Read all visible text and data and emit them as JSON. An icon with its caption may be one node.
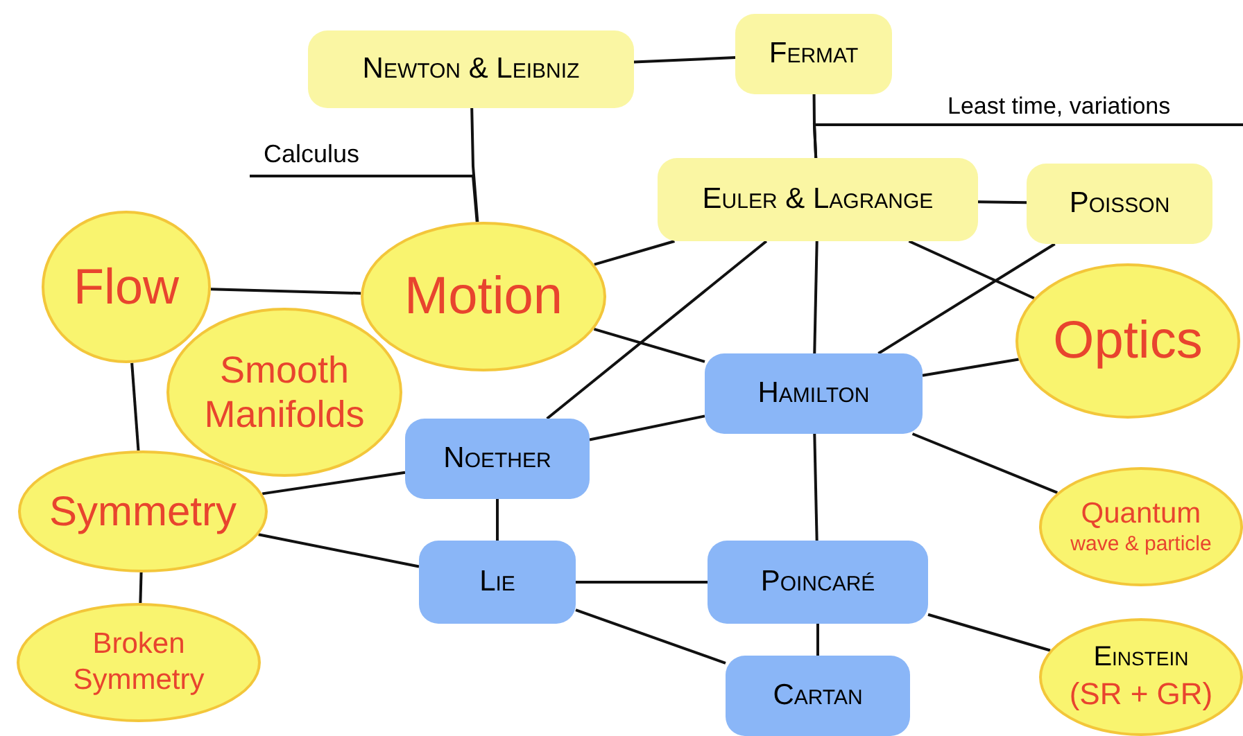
{
  "diagram": {
    "nodes": [
      {
        "text": [
          "Newton & Leibniz"
        ]
      },
      {
        "text": [
          "Fermat"
        ]
      },
      {
        "text": [
          "Flow"
        ]
      },
      {
        "text": [
          "Motion"
        ]
      },
      {
        "text": [
          "Euler & Lagrange"
        ]
      },
      {
        "text": [
          "Poisson"
        ]
      },
      {
        "text": [
          "Smooth Manifolds"
        ]
      },
      {
        "text": [
          "Optics"
        ]
      },
      {
        "text": [
          "Hamilton"
        ]
      },
      {
        "text": [
          "Noether"
        ]
      },
      {
        "text": [
          "Symmetry"
        ]
      },
      {
        "text": [
          "Lie"
        ]
      },
      {
        "text": [
          "Poincaré"
        ]
      },
      {
        "text": [
          "Quantum",
          "wave & particle"
        ]
      },
      {
        "text": [
          "Broken Symmetry"
        ]
      },
      {
        "text": [
          "Cartan"
        ]
      },
      {
        "text": [
          "Einstein",
          "(SR + GR)"
        ]
      }
    ],
    "edges": [
      {
        "from": 0,
        "to": 1,
        "arrow": "none"
      },
      {
        "from": 0,
        "to": 3,
        "arrow": "none"
      },
      {
        "from": null,
        "to": 3,
        "arrow": "none",
        "label": "Calculus"
      },
      {
        "from": 1,
        "to": 4,
        "arrow": "none"
      },
      {
        "from": null,
        "to": 4,
        "arrow": "none",
        "label": "Least time, variations"
      },
      {
        "from": 2,
        "to": 3,
        "arrow": "none"
      },
      {
        "from": 3,
        "to": 4,
        "arrow": "none"
      },
      {
        "from": 3,
        "to": 8,
        "arrow": "none"
      },
      {
        "from": 4,
        "to": 5,
        "arrow": "none"
      },
      {
        "from": 4,
        "to": 9,
        "arrow": "none"
      },
      {
        "from": 4,
        "to": 8,
        "arrow": "none"
      },
      {
        "from": 4,
        "to": 7,
        "arrow": "none"
      },
      {
        "from": 5,
        "to": 8,
        "arrow": "none"
      },
      {
        "from": 8,
        "to": 7,
        "arrow": "none"
      },
      {
        "from": 8,
        "to": 9,
        "arrow": "none"
      },
      {
        "from": 8,
        "to": 13,
        "arrow": "none"
      },
      {
        "from": 8,
        "to": 12,
        "arrow": "none"
      },
      {
        "from": 2,
        "to": 10,
        "arrow": "none"
      },
      {
        "from": 10,
        "to": 9,
        "arrow": "none"
      },
      {
        "from": 10,
        "to": 11,
        "arrow": "none"
      },
      {
        "from": 9,
        "to": 11,
        "arrow": "none"
      },
      {
        "from": 10,
        "to": 14,
        "arrow": "none"
      },
      {
        "from": 11,
        "to": 12,
        "arrow": "none"
      },
      {
        "from": 11,
        "to": 15,
        "arrow": "none"
      },
      {
        "from": 12,
        "to": 15,
        "arrow": "none"
      },
      {
        "from": 12,
        "to": 16,
        "arrow": "none"
      }
    ]
  }
}
